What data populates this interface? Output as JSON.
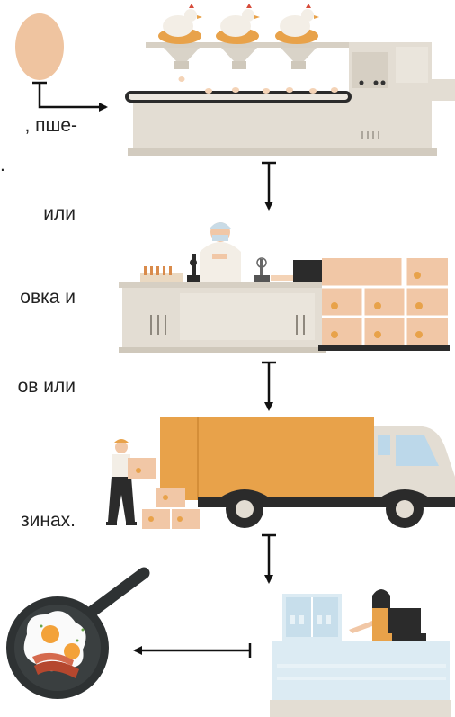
{
  "text_fragments": {
    "line1": ", пше-",
    "line2": ".",
    "line3": "или",
    "line4": "овка и",
    "line5": "ов или",
    "line6": "зинах."
  },
  "colors": {
    "egg": "#EFC4A0",
    "box": "#F1C7A6",
    "truck_cargo": "#E8A24A",
    "machine": "#E3DDD3",
    "pan": "#2E3233",
    "bacon": "#B5472E",
    "yolk": "#F3A23A",
    "arrow": "#111111"
  },
  "icons": [
    "egg-icon",
    "hen-icon",
    "conveyor-machine-icon",
    "lab-worker-icon",
    "microscope-icon",
    "egg-box-icon",
    "truck-icon",
    "delivery-worker-icon",
    "shop-counter-icon",
    "cashier-icon",
    "frying-pan-icon"
  ]
}
